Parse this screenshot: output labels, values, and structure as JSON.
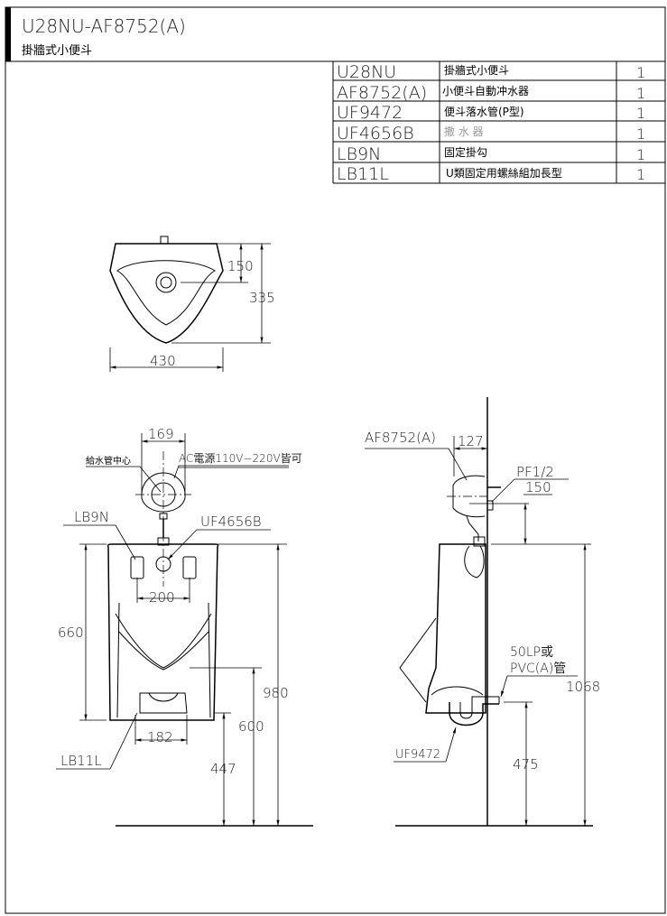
{
  "header": {
    "title": "U28NU-AF8752(A)",
    "subtitle": "掛牆式小便斗"
  },
  "parts_table": [
    {
      "code": "U28NU",
      "name": "掛牆式小便斗",
      "qty": "1"
    },
    {
      "code": "AF8752(A)",
      "name": "小便斗自動冲水器",
      "qty": "1"
    },
    {
      "code": "UF9472",
      "name": "便斗落水管(P型)",
      "qty": "1"
    },
    {
      "code": "UF4656B",
      "name": "撒 水 器",
      "qty": "1"
    },
    {
      "code": "LB9N",
      "name": "固定掛勾",
      "qty": "1"
    },
    {
      "code": "LB11L",
      "name": "U類固定用螺絲組加長型",
      "qty": "1"
    }
  ],
  "top_view": {
    "width": "430",
    "depth": "335",
    "outlet_offset": "150"
  },
  "front_view": {
    "valve_width": "169",
    "supply_center_label": "給水管中心",
    "power_label": "AC電源110V−220V皆可",
    "hook_label": "LB9N",
    "spreader_label": "UF4656B",
    "hook_spacing": "200",
    "height": "660",
    "top_height": "980",
    "rim_height": "600",
    "bottom_height": "447",
    "bolt_spacing": "182",
    "bolt_label": "LB11L"
  },
  "side_view": {
    "valve_label": "AF8752(A)",
    "valve_depth": "127",
    "thread_label": "PF1/2",
    "valve_offset": "150",
    "pipe_label_1": "50LP或",
    "pipe_label_2": "PVC(A)管",
    "top_height": "1068",
    "drain_height": "475",
    "trap_label": "UF9472"
  }
}
